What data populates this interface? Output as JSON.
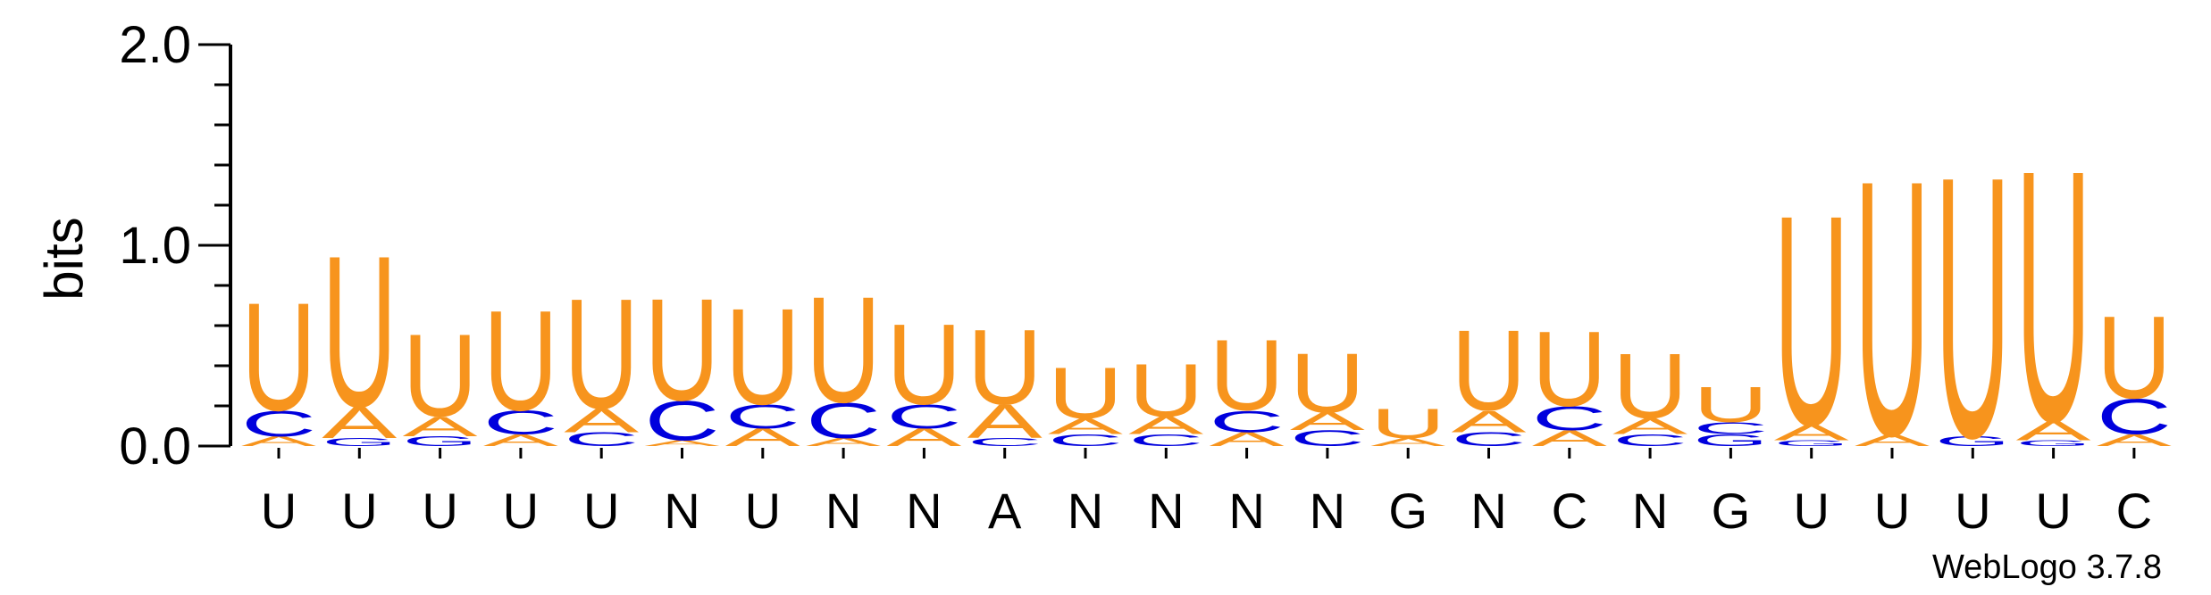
{
  "chart_data": {
    "type": "sequence-logo",
    "ylabel": "bits",
    "ylim": [
      0,
      2.0
    ],
    "yticks": [
      {
        "value": 0.0,
        "label": "0.0"
      },
      {
        "value": 1.0,
        "label": "1.0"
      },
      {
        "value": 2.0,
        "label": "2.0"
      }
    ],
    "colors": {
      "U": "#F7941D",
      "A": "#F7941D",
      "C": "#0000DD",
      "G": "#0000DD"
    },
    "credit": "WebLogo 3.7.8",
    "positions": [
      {
        "label": "U",
        "stack": [
          {
            "letter": "A",
            "bits": 0.05
          },
          {
            "letter": "C",
            "bits": 0.13
          },
          {
            "letter": "U",
            "bits": 0.55
          }
        ]
      },
      {
        "label": "U",
        "stack": [
          {
            "letter": "G",
            "bits": 0.04
          },
          {
            "letter": "A",
            "bits": 0.16
          },
          {
            "letter": "U",
            "bits": 0.77
          }
        ]
      },
      {
        "label": "U",
        "stack": [
          {
            "letter": "G",
            "bits": 0.05
          },
          {
            "letter": "A",
            "bits": 0.1
          },
          {
            "letter": "U",
            "bits": 0.42
          }
        ]
      },
      {
        "label": "U",
        "stack": [
          {
            "letter": "A",
            "bits": 0.06
          },
          {
            "letter": "C",
            "bits": 0.12
          },
          {
            "letter": "U",
            "bits": 0.51
          }
        ]
      },
      {
        "label": "U",
        "stack": [
          {
            "letter": "C",
            "bits": 0.07
          },
          {
            "letter": "A",
            "bits": 0.12
          },
          {
            "letter": "U",
            "bits": 0.56
          }
        ]
      },
      {
        "label": "N",
        "stack": [
          {
            "letter": "A",
            "bits": 0.03
          },
          {
            "letter": "C",
            "bits": 0.2
          },
          {
            "letter": "U",
            "bits": 0.52
          }
        ]
      },
      {
        "label": "U",
        "stack": [
          {
            "letter": "A",
            "bits": 0.09
          },
          {
            "letter": "C",
            "bits": 0.12
          },
          {
            "letter": "U",
            "bits": 0.49
          }
        ]
      },
      {
        "label": "N",
        "stack": [
          {
            "letter": "A",
            "bits": 0.04
          },
          {
            "letter": "C",
            "bits": 0.18
          },
          {
            "letter": "U",
            "bits": 0.54
          }
        ]
      },
      {
        "label": "N",
        "stack": [
          {
            "letter": "A",
            "bits": 0.09
          },
          {
            "letter": "C",
            "bits": 0.12
          },
          {
            "letter": "U",
            "bits": 0.41
          }
        ]
      },
      {
        "label": "A",
        "stack": [
          {
            "letter": "C",
            "bits": 0.04
          },
          {
            "letter": "A",
            "bits": 0.17
          },
          {
            "letter": "U",
            "bits": 0.38
          }
        ]
      },
      {
        "label": "N",
        "stack": [
          {
            "letter": "C",
            "bits": 0.06
          },
          {
            "letter": "A",
            "bits": 0.08
          },
          {
            "letter": "U",
            "bits": 0.26
          }
        ]
      },
      {
        "label": "N",
        "stack": [
          {
            "letter": "C",
            "bits": 0.06
          },
          {
            "letter": "A",
            "bits": 0.09
          },
          {
            "letter": "U",
            "bits": 0.27
          }
        ]
      },
      {
        "label": "N",
        "stack": [
          {
            "letter": "A",
            "bits": 0.07
          },
          {
            "letter": "C",
            "bits": 0.11
          },
          {
            "letter": "U",
            "bits": 0.36
          }
        ]
      },
      {
        "label": "N",
        "stack": [
          {
            "letter": "C",
            "bits": 0.08
          },
          {
            "letter": "A",
            "bits": 0.09
          },
          {
            "letter": "U",
            "bits": 0.3
          }
        ]
      },
      {
        "label": "G",
        "stack": [
          {
            "letter": "A",
            "bits": 0.04
          },
          {
            "letter": "U",
            "bits": 0.15
          }
        ]
      },
      {
        "label": "N",
        "stack": [
          {
            "letter": "C",
            "bits": 0.07
          },
          {
            "letter": "A",
            "bits": 0.11
          },
          {
            "letter": "U",
            "bits": 0.41
          }
        ]
      },
      {
        "label": "C",
        "stack": [
          {
            "letter": "A",
            "bits": 0.08
          },
          {
            "letter": "C",
            "bits": 0.12
          },
          {
            "letter": "U",
            "bits": 0.38
          }
        ]
      },
      {
        "label": "N",
        "stack": [
          {
            "letter": "C",
            "bits": 0.06
          },
          {
            "letter": "A",
            "bits": 0.08
          },
          {
            "letter": "U",
            "bits": 0.33
          }
        ]
      },
      {
        "label": "G",
        "stack": [
          {
            "letter": "G",
            "bits": 0.06
          },
          {
            "letter": "C",
            "bits": 0.06
          },
          {
            "letter": "U",
            "bits": 0.18
          }
        ]
      },
      {
        "label": "U",
        "stack": [
          {
            "letter": "G",
            "bits": 0.03
          },
          {
            "letter": "A",
            "bits": 0.08
          },
          {
            "letter": "U",
            "bits": 1.07
          }
        ]
      },
      {
        "label": "U",
        "stack": [
          {
            "letter": "A",
            "bits": 0.06
          },
          {
            "letter": "U",
            "bits": 1.3
          }
        ]
      },
      {
        "label": "U",
        "stack": [
          {
            "letter": "G",
            "bits": 0.05
          },
          {
            "letter": "U",
            "bits": 1.33
          }
        ]
      },
      {
        "label": "U",
        "stack": [
          {
            "letter": "G",
            "bits": 0.03
          },
          {
            "letter": "A",
            "bits": 0.1
          },
          {
            "letter": "U",
            "bits": 1.28
          }
        ]
      },
      {
        "label": "C",
        "stack": [
          {
            "letter": "A",
            "bits": 0.06
          },
          {
            "letter": "C",
            "bits": 0.18
          },
          {
            "letter": "U",
            "bits": 0.42
          }
        ]
      }
    ]
  }
}
